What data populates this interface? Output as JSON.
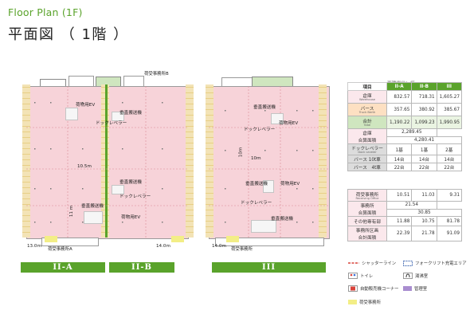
{
  "title_en": "Floor Plan (1F)",
  "title_ja": "平面図 （ 1階 ）",
  "unit_note": "面積単位：坪",
  "plan_labels": {
    "inquiry_office": "荷受事務所",
    "inquiry_office_b": "荷受事務所B",
    "inquiry_office_a": "荷受事務所A",
    "freight_ev": "荷物用EV",
    "vertical_conveyor": "垂直搬送機",
    "dock_leveler": "ドックレベラー",
    "dock_leveler_slot": "ドックレベラー 1基",
    "dim_13m": "13.0m",
    "dim_14m": "14.0m",
    "dim_10_5m": "10.5m",
    "dim_11m": "11 m",
    "dim_10m": "10m",
    "dim_10m_vert": "10m"
  },
  "sections": [
    "II-A",
    "II-B",
    "III"
  ],
  "table_headers": [
    "項目",
    "II-A",
    "II-B",
    "III"
  ],
  "table_rows": [
    {
      "label": "倉庫",
      "sub": "Warehouse",
      "cls": "lab-w",
      "values": [
        "832.57",
        "718.31",
        "1,605.27"
      ]
    },
    {
      "label": "バース",
      "sub": "Truck Berth",
      "cls": "lab-o",
      "values": [
        "357.65",
        "380.92",
        "385.67"
      ]
    },
    {
      "label": "合計",
      "sub": "Total",
      "cls": "lab-g",
      "values": [
        "1,190.22",
        "1,099.23",
        "1,990.95"
      ]
    }
  ],
  "warehouse_total": {
    "label": "倉庫",
    "label2": "合算面積",
    "value_ab": "2,289.45",
    "value_all": "4,280.41"
  },
  "dock_rows": [
    {
      "label": "ドックレベラー",
      "sub": "Dock Leveler",
      "values": [
        "1基",
        "1基",
        "2基"
      ]
    },
    {
      "label": "バース 10t車",
      "sub": "",
      "values": [
        "14台",
        "14台",
        "14台"
      ]
    },
    {
      "label": "バース　4t車",
      "sub": "",
      "values": [
        "22台",
        "22台",
        "22台"
      ]
    }
  ],
  "office_rows": [
    {
      "label": "荷受事務所",
      "sub": "Receiving Office",
      "values": [
        "10.51",
        "11.03",
        "9.31"
      ]
    }
  ],
  "office_total": {
    "label": "事務所",
    "label2": "合算面積",
    "value_ab": "21.54",
    "value_all": "30.85"
  },
  "other_rows": [
    {
      "label": "その他専有部",
      "values": [
        "11.88",
        "10.75",
        "81.78"
      ]
    },
    {
      "label": "事務所区画",
      "label2": "合計面積",
      "values": [
        "22.39",
        "21.78",
        "91.09"
      ]
    }
  ],
  "legend": [
    {
      "icon": "shutter-line",
      "label": "シャッターライン",
      "color": "#d9433b"
    },
    {
      "icon": "forklift-area",
      "label": "フォークリフト充電エリア",
      "color": "#4a6fb5"
    },
    {
      "icon": "toilet",
      "label": "トイレ",
      "color": "#d9433b"
    },
    {
      "icon": "hot-water-room",
      "label": "湯沸室",
      "color": "#333333"
    },
    {
      "icon": "vending-corner",
      "label": "自動販売機コーナー",
      "color": "#d9433b"
    },
    {
      "icon": "manager-room",
      "label": "管理室",
      "color": "#a98dd0"
    },
    {
      "icon": "inquiry-office",
      "label": "荷受事務所",
      "color": "#f3ee86"
    }
  ]
}
